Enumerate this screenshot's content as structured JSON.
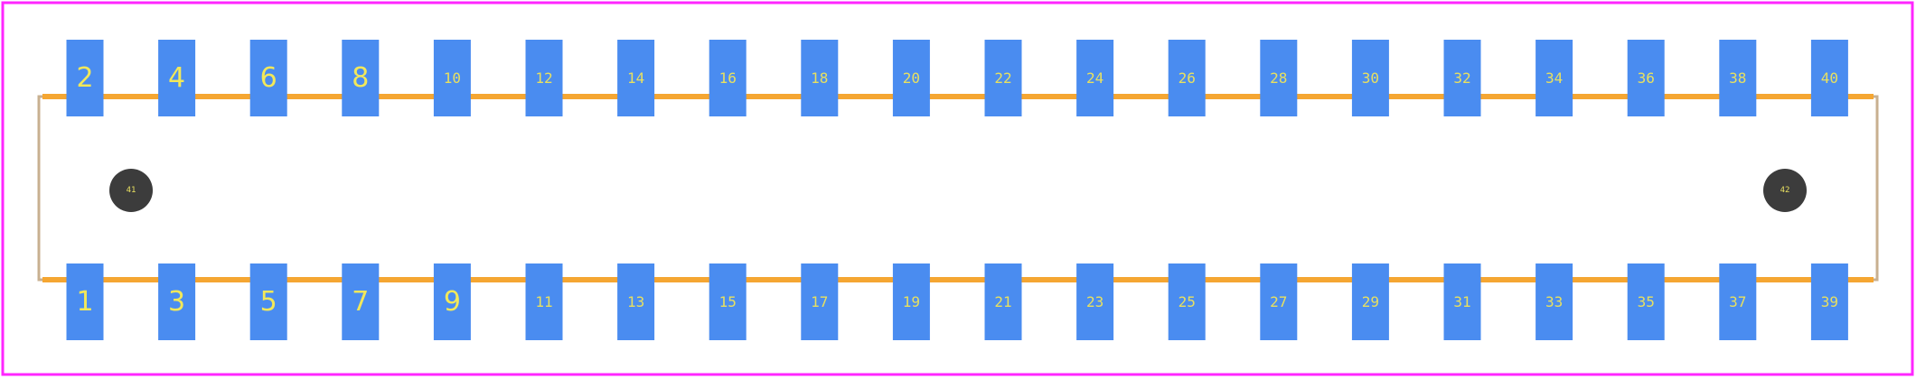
{
  "footprint": {
    "top_row_pins": [
      "2",
      "4",
      "6",
      "8",
      "10",
      "12",
      "14",
      "16",
      "18",
      "20",
      "22",
      "24",
      "26",
      "28",
      "30",
      "32",
      "34",
      "36",
      "38",
      "40"
    ],
    "bottom_row_pins": [
      "1",
      "3",
      "5",
      "7",
      "9",
      "11",
      "13",
      "15",
      "17",
      "19",
      "21",
      "23",
      "25",
      "27",
      "29",
      "31",
      "33",
      "35",
      "37",
      "39"
    ],
    "mounting_holes": [
      "41",
      "42"
    ],
    "colors": {
      "boundary": "#ff26ff",
      "pad": "#4a8cf0",
      "silkscreen": "#f5a632",
      "body_outline": "#c8b090",
      "hole": "#3c3c3c",
      "label_text": "#f2e85a"
    }
  }
}
